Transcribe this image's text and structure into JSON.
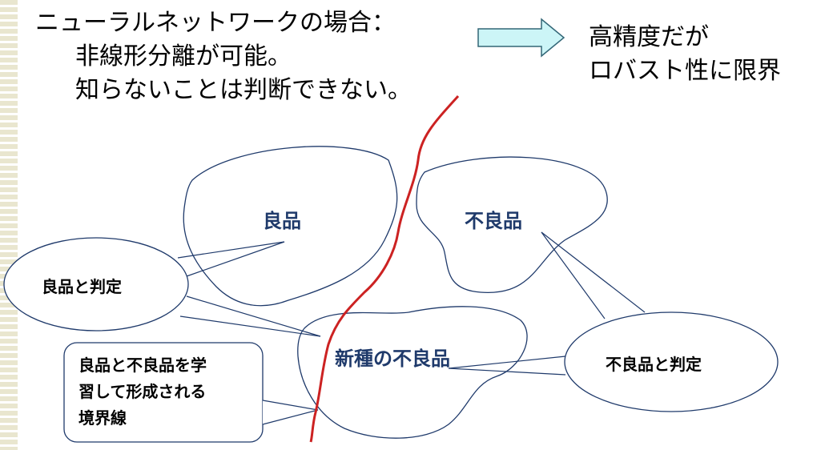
{
  "heading": {
    "line1": "ニューラルネットワークの場合：",
    "line2": "非線形分離が可能。",
    "line3": "知らないことは判断できない。"
  },
  "conclusion": {
    "line1": "高精度だが",
    "line2": "ロバスト性に限界"
  },
  "regions": {
    "good": "良品",
    "defect": "不良品",
    "new_defect": "新種の不良品"
  },
  "callouts": {
    "judged_good": "良品と判定",
    "judged_defect": "不良品と判定",
    "boundary_line1": "良品と不良品を学",
    "boundary_line2": "習して形成される",
    "boundary_line3": "境界線"
  },
  "colors": {
    "boundary": "#cc2222",
    "region_outline": "#1f3a6b",
    "arrow_fill": "#ccf5f7",
    "arrow_stroke": "#336677"
  }
}
